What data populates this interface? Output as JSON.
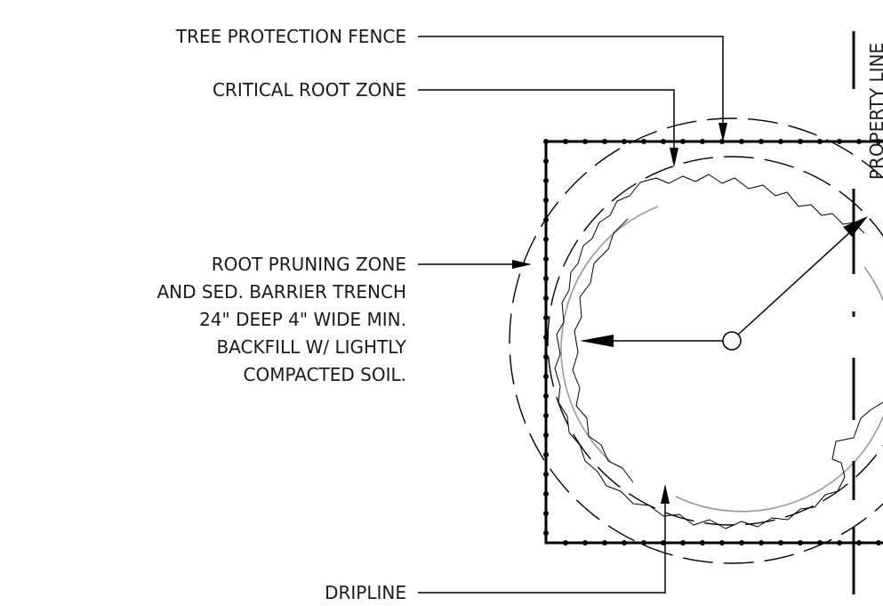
{
  "labels": {
    "tree_protection_fence": "TREE PROTECTION FENCE",
    "critical_root_zone": "CRITICAL ROOT ZONE",
    "root_pruning_zone": [
      "ROOT PRUNING ZONE",
      "AND SED. BARRIER TRENCH",
      "24\" DEEP 4\" WIDE MIN.",
      "BACKFILL W/ LIGHTLY",
      "COMPACTED SOIL."
    ],
    "dripline": "DRIPLINE",
    "property_line": "PROPERTY LINE"
  }
}
